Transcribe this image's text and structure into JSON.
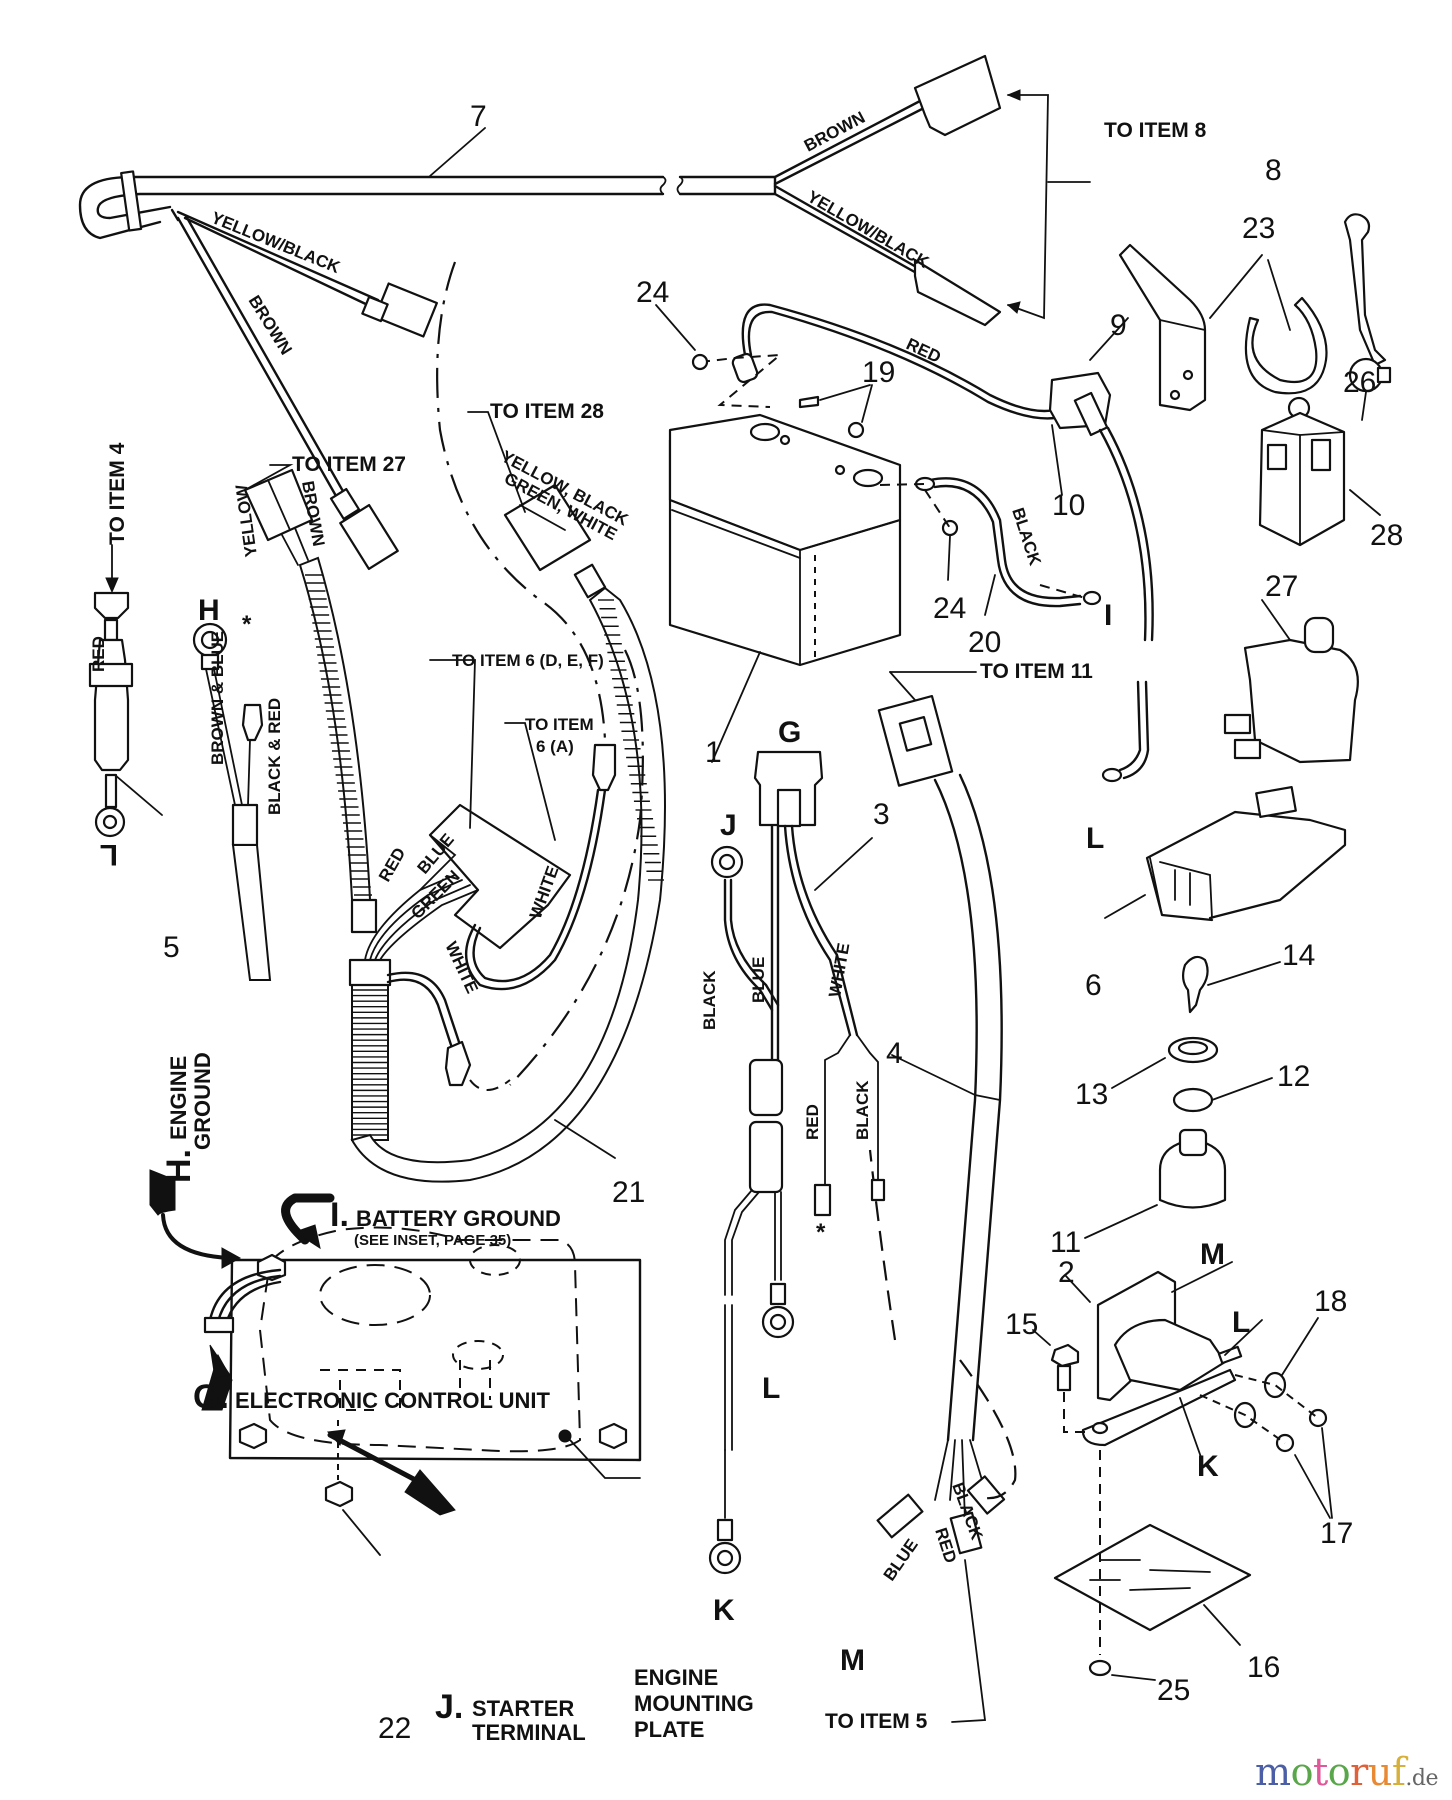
{
  "diagram": {
    "title": "Wiring harness and electrical components exploded parts diagram",
    "part_numbers": {
      "p1": "1",
      "p2": "2",
      "p3": "3",
      "p4": "4",
      "p5": "5",
      "p6": "6",
      "p7": "7",
      "p8": "8",
      "p9": "9",
      "p10": "10",
      "p11": "11",
      "p12": "12",
      "p13": "13",
      "p14": "14",
      "p15": "15",
      "p16": "16",
      "p17": "17",
      "p18": "18",
      "p19": "19",
      "p20": "20",
      "p21": "21",
      "p22": "22",
      "p23": "23",
      "p24a": "24",
      "p24b": "24",
      "p25": "25",
      "p26": "26",
      "p27": "27",
      "p28": "28"
    },
    "connection_letters": {
      "G": "G",
      "H": "H",
      "I": "I",
      "J": "J",
      "K": "K",
      "L": "L",
      "M": "M"
    },
    "routing_notes": {
      "to_item_8": "TO ITEM 8",
      "to_item_28": "TO ITEM 28",
      "to_item_27": "TO ITEM 27",
      "to_item_4": "TO ITEM 4",
      "to_item_6_def": "TO ITEM 6 (D, E, F)",
      "to_item_6_a_line1": "TO ITEM",
      "to_item_6_a_line2": "6 (A)",
      "to_item_11": "TO ITEM 11",
      "to_item_5": "TO ITEM 5"
    },
    "wire_colors": {
      "yellow_black_1": "YELLOW/BLACK",
      "brown_1": "BROWN",
      "brown_2": "BROWN",
      "yellow_black_2": "YELLOW/BLACK",
      "red_battery": "RED",
      "black_ground": "BLACK",
      "yellow_27": "YELLOW",
      "brown_27": "BROWN",
      "multi_28_line1": "YELLOW, BLACK",
      "multi_28_line2": "GREEN, WHITE",
      "red_5": "RED",
      "brown_blue": "BROWN & BLUE",
      "black_red": "BLACK & RED",
      "red_6": "RED",
      "blue_6": "BLUE",
      "green_6": "GREEN",
      "white_6a": "WHITE",
      "white_lower": "WHITE",
      "black_j": "BLACK",
      "blue_g": "BLUE",
      "white_3": "WHITE",
      "red_3": "RED",
      "black_3": "BLACK",
      "blue_4": "BLUE",
      "red_4": "RED",
      "black_4": "BLACK"
    },
    "asterisk": "*",
    "callouts": {
      "h_letter": "H.",
      "h_line1": "ENGINE",
      "h_line2": "GROUND",
      "i_letter": "I.",
      "i_line1": "BATTERY GROUND",
      "i_line2": "(SEE INSET, PAGE 35)",
      "g_letter": "G.",
      "g_line1": "ELECTRONIC CONTROL UNIT",
      "j_letter": "J.",
      "j_line1": "STARTER",
      "j_line2": "TERMINAL",
      "plate_line1": "ENGINE",
      "plate_line2": "MOUNTING",
      "plate_line3": "PLATE"
    }
  },
  "watermark": {
    "letters": [
      {
        "char": "m",
        "color": "#4b5ea6"
      },
      {
        "char": "o",
        "color": "#5aa64a"
      },
      {
        "char": "t",
        "color": "#e0589a"
      },
      {
        "char": "o",
        "color": "#5aa64a"
      },
      {
        "char": "r",
        "color": "#e0603a"
      },
      {
        "char": "u",
        "color": "#e88a34"
      },
      {
        "char": "f",
        "color": "#d6b03a"
      }
    ],
    "suffix": ".de"
  }
}
